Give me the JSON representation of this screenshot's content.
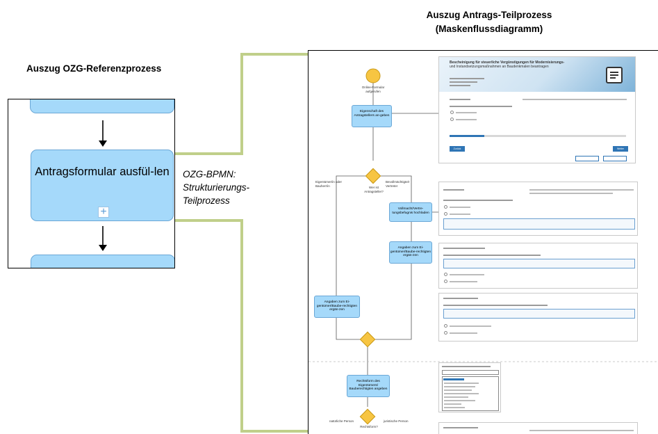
{
  "left_title": "Auszug OZG-Referenzprozess",
  "right_title_line1": "Auszug Antrags-Teilprozess",
  "right_title_line2": "(Maskenflussdiagramm)",
  "ozg_task_label": "Antragsformular ausfül-len",
  "plus_marker": "+",
  "bpmn_label_line1": "OZG-BPMN:",
  "bpmn_label_line2": "Strukturierungs-",
  "bpmn_label_line3": "Teilprozess",
  "connector_color": "#c0cf8a",
  "task_color": "#a5d9fa",
  "gateway_color": "#f7c542",
  "mask_diagram": {
    "start_label": "Online-Formular aufgerufen",
    "task1": "Eigenschaft des Antragstellers an-geben",
    "gateway1_label": "Wer ist Antragsteller?",
    "branch_left": "Eigentümer/in oder Bauherr/in",
    "branch_right": "Bevollmächtigte/r Vertreter",
    "task2": "Vollmacht/Vertre-tungsbefugnis hochladen",
    "task3": "Angaben zum Ei-gentümer/Baube-rechtigten ergän-zen",
    "task4": "Angaben zum Ei-gentümer/Baube-rechtigten ergän-zen",
    "task5": "Rechtsform des Eigentümers/ Bauberechtigten angeben",
    "gateway3_label": "Rechtsform?",
    "branch_nat": "natürliche Person",
    "branch_jur": "juristische Person",
    "form1_title": "Bescheinigung für steuerliche Vergünstigungen für Modernisierungs-",
    "form1_sub": "und Instandsetzungsmaßnahmen an Baudenkmalen beantragen",
    "form1_button_back": "Zurück",
    "form1_button_next": "Weiter"
  }
}
